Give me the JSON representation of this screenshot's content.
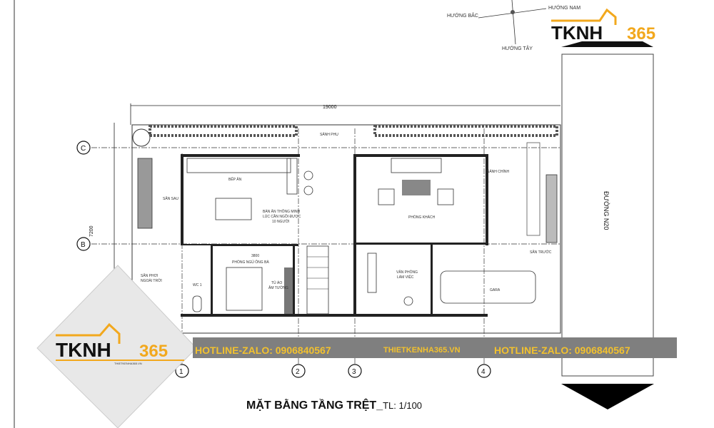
{
  "compass": {
    "north": "HƯỚNG BẮC",
    "south": "HƯỚNG NAM",
    "west": "HƯỚNG TÂY"
  },
  "logo": {
    "text": "TKNH",
    "number": "365",
    "tagline": "THIETKENHA365.VN"
  },
  "dimensions": {
    "width": "19000",
    "depth": "7200"
  },
  "grid": {
    "rows": [
      "C",
      "B"
    ],
    "columns": [
      "1",
      "2",
      "3",
      "4"
    ]
  },
  "rooms": {
    "sanh_phu": "SẢNH PHỤ",
    "bep_an": "BẾP ĂN",
    "ban_an": [
      "BÀN ĂN THÔNG MINH",
      "LÚC CẦN NGỒI ĐƯỢC",
      "10 NGƯỜI"
    ],
    "san_sau": "SÂN SAU",
    "phong_khach": "PHÒNG KHÁCH",
    "sanh_chinh": "SẢNH CHÍNH",
    "san_truoc": "SÂN TRƯỚC",
    "van_phong": [
      "VĂN PHÒNG",
      "LÀM VIỆC"
    ],
    "gara": "GARA",
    "phong_ngu": "PHÒNG NGỦ ÔNG BÀ",
    "tu_ao": [
      "TỦ ÁO",
      "ÂM TƯỜNG"
    ],
    "wc": "WC 1",
    "san_phoi": [
      "SÂN PHƠI",
      "NGOÀI TRỜI"
    ],
    "bed_dim": "3800"
  },
  "road": "ĐƯỜNG N20",
  "banner": {
    "hotline_1": "HOTLINE-ZALO: 0906840567",
    "website": "THIETKENHA365.VN",
    "hotline_2": "HOTLINE-ZALO: 0906840567"
  },
  "title": {
    "main": "MẶT BẰNG TẦNG TRỆT_",
    "scale": "TL: 1/100"
  },
  "colors": {
    "accent": "#f2a81d",
    "banner_bg": "#7f7f7f",
    "banner_text": "#f2c12e",
    "wall": "#222222"
  }
}
